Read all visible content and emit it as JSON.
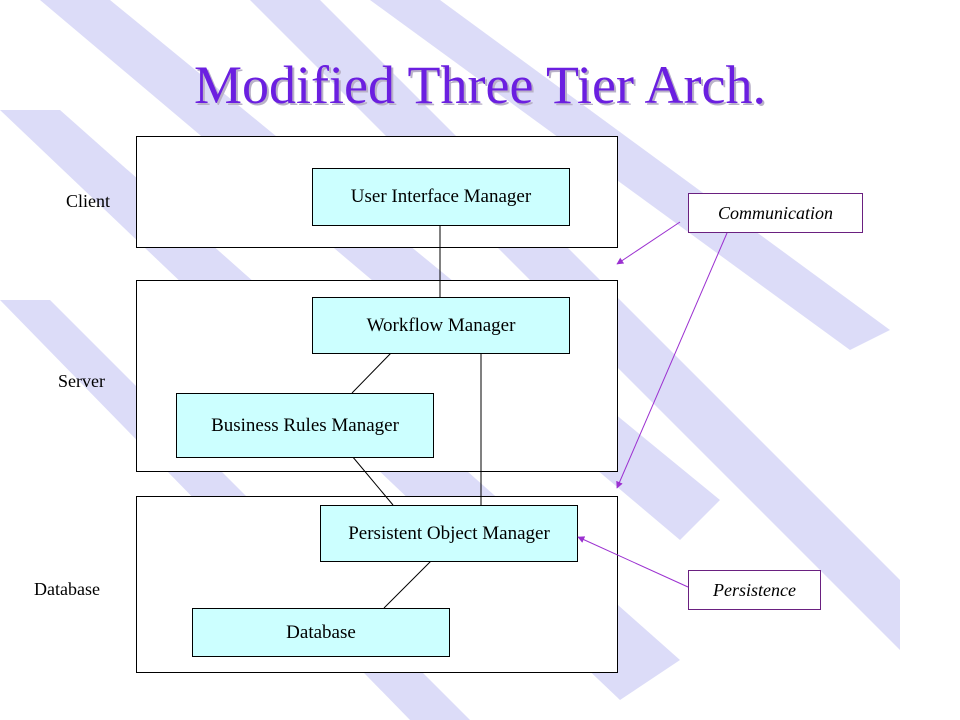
{
  "title": "Modified Three Tier Arch.",
  "tiers": {
    "client_label": "Client",
    "server_label": "Server",
    "database_label": "Database"
  },
  "components": {
    "user_interface_manager": "User Interface Manager",
    "workflow_manager": "Workflow Manager",
    "business_rules_manager": "Business Rules Manager",
    "persistent_object_manager": "Persistent Object Manager",
    "database": "Database"
  },
  "callouts": {
    "communication": "Communication",
    "persistence": "Persistence"
  },
  "colors": {
    "title": "#6b1fe0",
    "component_fill": "#ccffff",
    "stripe": "#dcdcf8",
    "callout_border": "#6a2080",
    "arrow": "#9b30d0"
  }
}
